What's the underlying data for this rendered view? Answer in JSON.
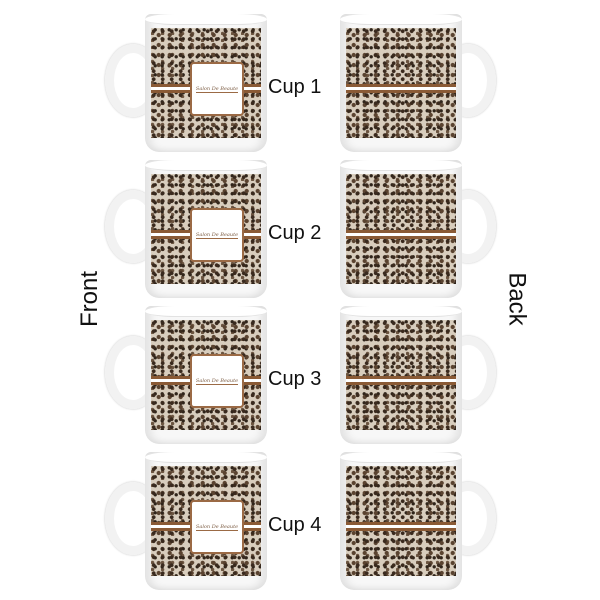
{
  "side_labels": {
    "front": "Front",
    "back": "Back"
  },
  "personalization_text": "Salon De Beaute",
  "cups": [
    {
      "label": "Cup 1"
    },
    {
      "label": "Cup 2"
    },
    {
      "label": "Cup 3"
    },
    {
      "label": "Cup 4"
    }
  ],
  "colors": {
    "stripe": "#8a5a35",
    "pattern_base": "#d8cdbd",
    "spots": "#3a2a1e"
  }
}
